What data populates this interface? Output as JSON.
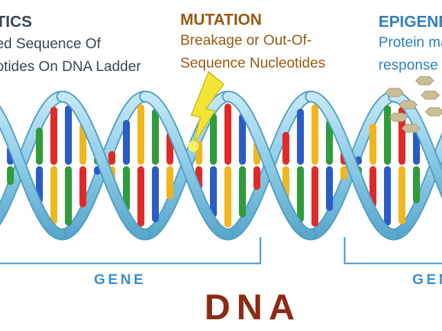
{
  "genetics": {
    "title": "TICS",
    "line1": "ed Sequence Of",
    "line2": "otides On DNA Ladder"
  },
  "mutation": {
    "title": "MUTATION",
    "line1": "Breakage or Out-Of-",
    "line2": "Sequence Nucleotides"
  },
  "epigenetics": {
    "title": "EPIGENET",
    "line1": "Protein ma",
    "line2": "response t"
  },
  "labels": {
    "gene_left": "GENE",
    "gene_right": "GEN",
    "main": "DNA"
  },
  "colors": {
    "backbone": "#8ccbe6",
    "backbone_edge": "#4e9ec2",
    "bracket": "#5b9fd0",
    "bases": [
      "#e12a26",
      "#2a5cc8",
      "#f0b61c",
      "#2f9b3a"
    ],
    "lightning": "#f3e536",
    "protein": "#c9bd97"
  },
  "icons": {
    "mutation_marker": "lightning-bolt-icon",
    "protein_marker": "protein-hexagon-icon"
  }
}
